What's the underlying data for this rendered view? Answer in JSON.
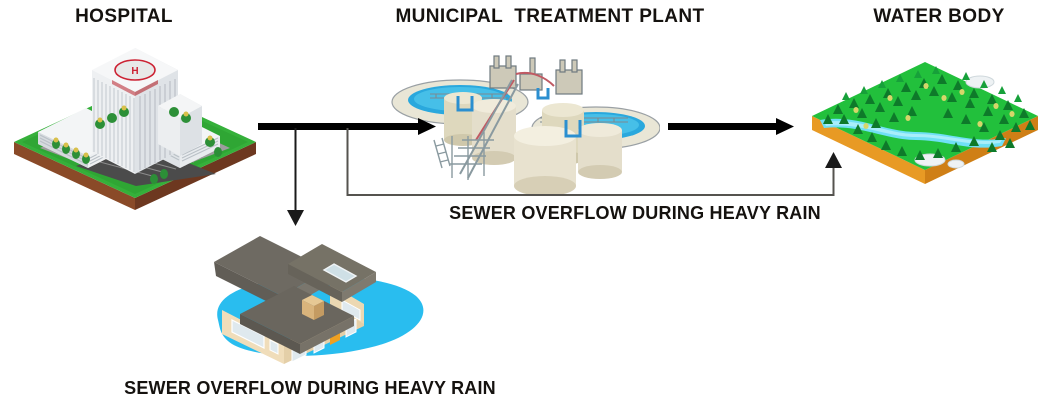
{
  "diagram": {
    "title_hospital": "HOSPITAL",
    "title_plant": "MUNICIPAL  TREATMENT PLANT",
    "title_water_body": "WATER BODY",
    "label_overflow_plant": "SEWER OVERFLOW DURING HEAVY RAIN",
    "label_overflow_house": "SEWER OVERFLOW DURING HEAVY RAIN",
    "nodes": [
      {
        "id": "hospital",
        "name": "hospital-illustration",
        "caption": "HOSPITAL"
      },
      {
        "id": "plant",
        "name": "treatment-plant-illustration",
        "caption": "MUNICIPAL  TREATMENT PLANT"
      },
      {
        "id": "water_body",
        "name": "water-body-illustration",
        "caption": "WATER BODY"
      },
      {
        "id": "house",
        "name": "flooded-house-illustration",
        "caption": "SEWER OVERFLOW DURING HEAVY RAIN"
      }
    ],
    "flows": [
      {
        "id": "hospital_to_plant",
        "name": "arrow-hospital-to-plant",
        "style": "thick"
      },
      {
        "id": "plant_to_water",
        "name": "arrow-plant-to-water-body",
        "style": "thick"
      },
      {
        "id": "branch_to_house",
        "name": "arrow-branch-to-house",
        "style": "thin"
      },
      {
        "id": "bypass_to_water",
        "name": "arrow-bypass-to-water-body",
        "style": "thin"
      }
    ],
    "colors": {
      "arrow": "#000000",
      "thin_line": "#404040",
      "grass": "#22c03c",
      "grass_dark": "#14a02c",
      "soil": "#f0a030",
      "river": "#6fe0f5",
      "flood_water": "#29bdef",
      "tree": "#0e7a2a",
      "tank_beige": "#e2dcc4",
      "basin_water": "#2aa8dd",
      "building_white": "#eceef0",
      "roof_gray": "#6e6a62",
      "wall_cream": "#f0ddba",
      "parking": "#4c4c4c",
      "helipad_red": "#cc2233"
    }
  }
}
